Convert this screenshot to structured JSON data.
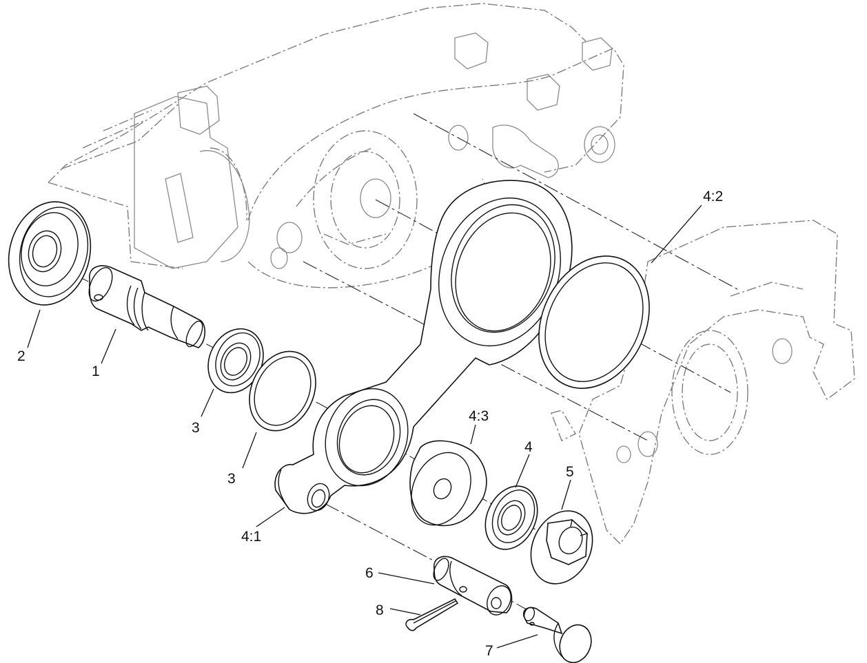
{
  "diagram": {
    "callouts": [
      {
        "id": "c1",
        "label": "1"
      },
      {
        "id": "c2",
        "label": "2"
      },
      {
        "id": "c3a",
        "label": "3"
      },
      {
        "id": "c3b",
        "label": "3"
      },
      {
        "id": "c42",
        "label": "4:2"
      },
      {
        "id": "c43",
        "label": "4:3"
      },
      {
        "id": "c41",
        "label": "4:1"
      },
      {
        "id": "c4",
        "label": "4"
      },
      {
        "id": "c5",
        "label": "5"
      },
      {
        "id": "c6",
        "label": "6"
      },
      {
        "id": "c7",
        "label": "7"
      },
      {
        "id": "c8",
        "label": "8"
      }
    ]
  }
}
